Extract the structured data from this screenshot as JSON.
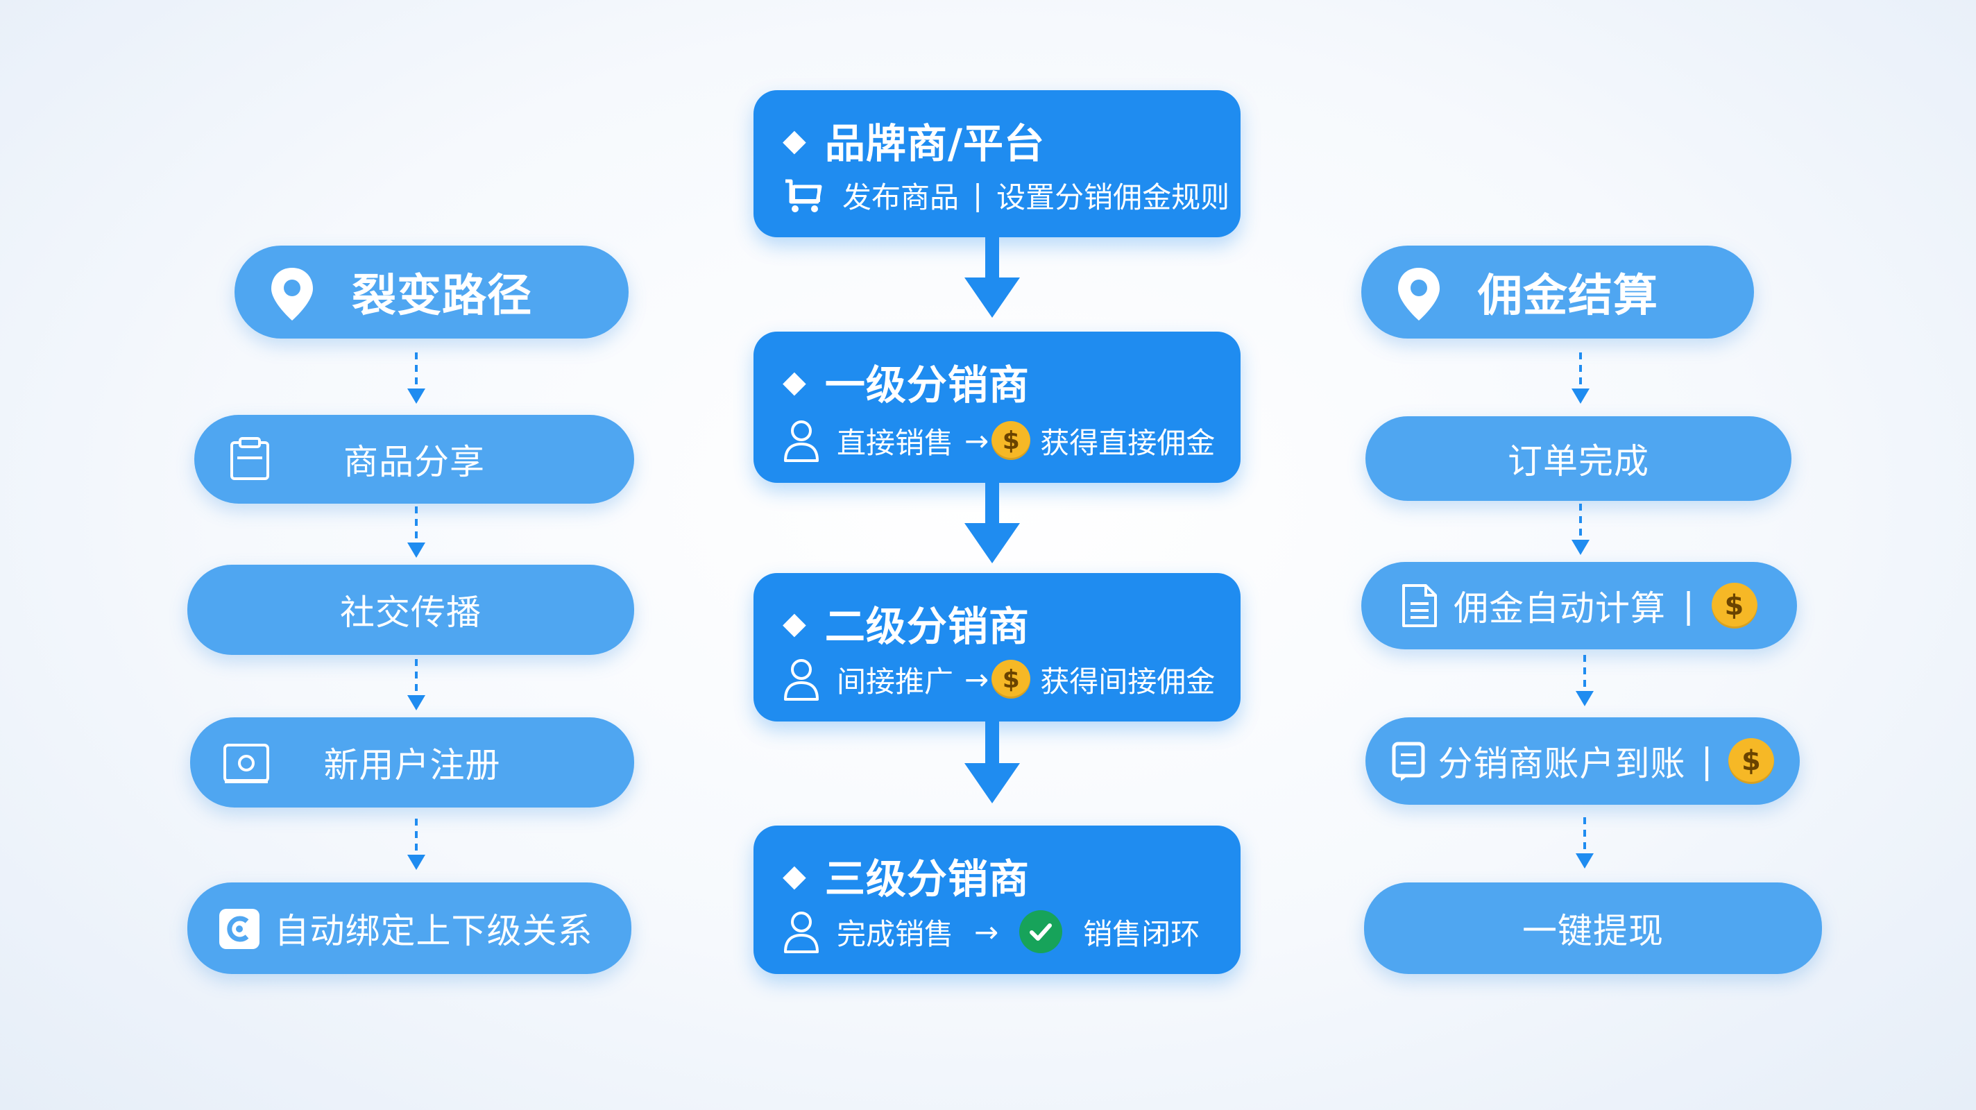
{
  "left": {
    "header": "裂变路径",
    "steps": [
      "商品分享",
      "社交传播",
      "新用户注册",
      "自动绑定上下级关系"
    ]
  },
  "center": {
    "brand": {
      "title": "品牌商/平台",
      "sub_a": "发布商品",
      "sub_b": "设置分销佣金规则"
    },
    "level1": {
      "title": "一级分销商",
      "sub_a": "直接销售",
      "sub_b": "获得直接佣金"
    },
    "level2": {
      "title": "二级分销商",
      "sub_a": "间接推广",
      "sub_b": "获得间接佣金"
    },
    "level3": {
      "title": "三级分销商",
      "sub_a": "完成销售",
      "sub_b": "销售闭环"
    },
    "arrow_glyph": "→",
    "separator": "|",
    "coin_symbol": "$",
    "diamond": "◆"
  },
  "right": {
    "header": "佣金结算",
    "steps": [
      "订单完成",
      "佣金自动计算",
      "分销商账户到账",
      "一键提现"
    ]
  },
  "colors": {
    "pill": "#4fa6f1",
    "card": "#1f8cf0",
    "arrow": "#1f8cf0",
    "coin": "#f6b826",
    "check": "#17a35a"
  }
}
